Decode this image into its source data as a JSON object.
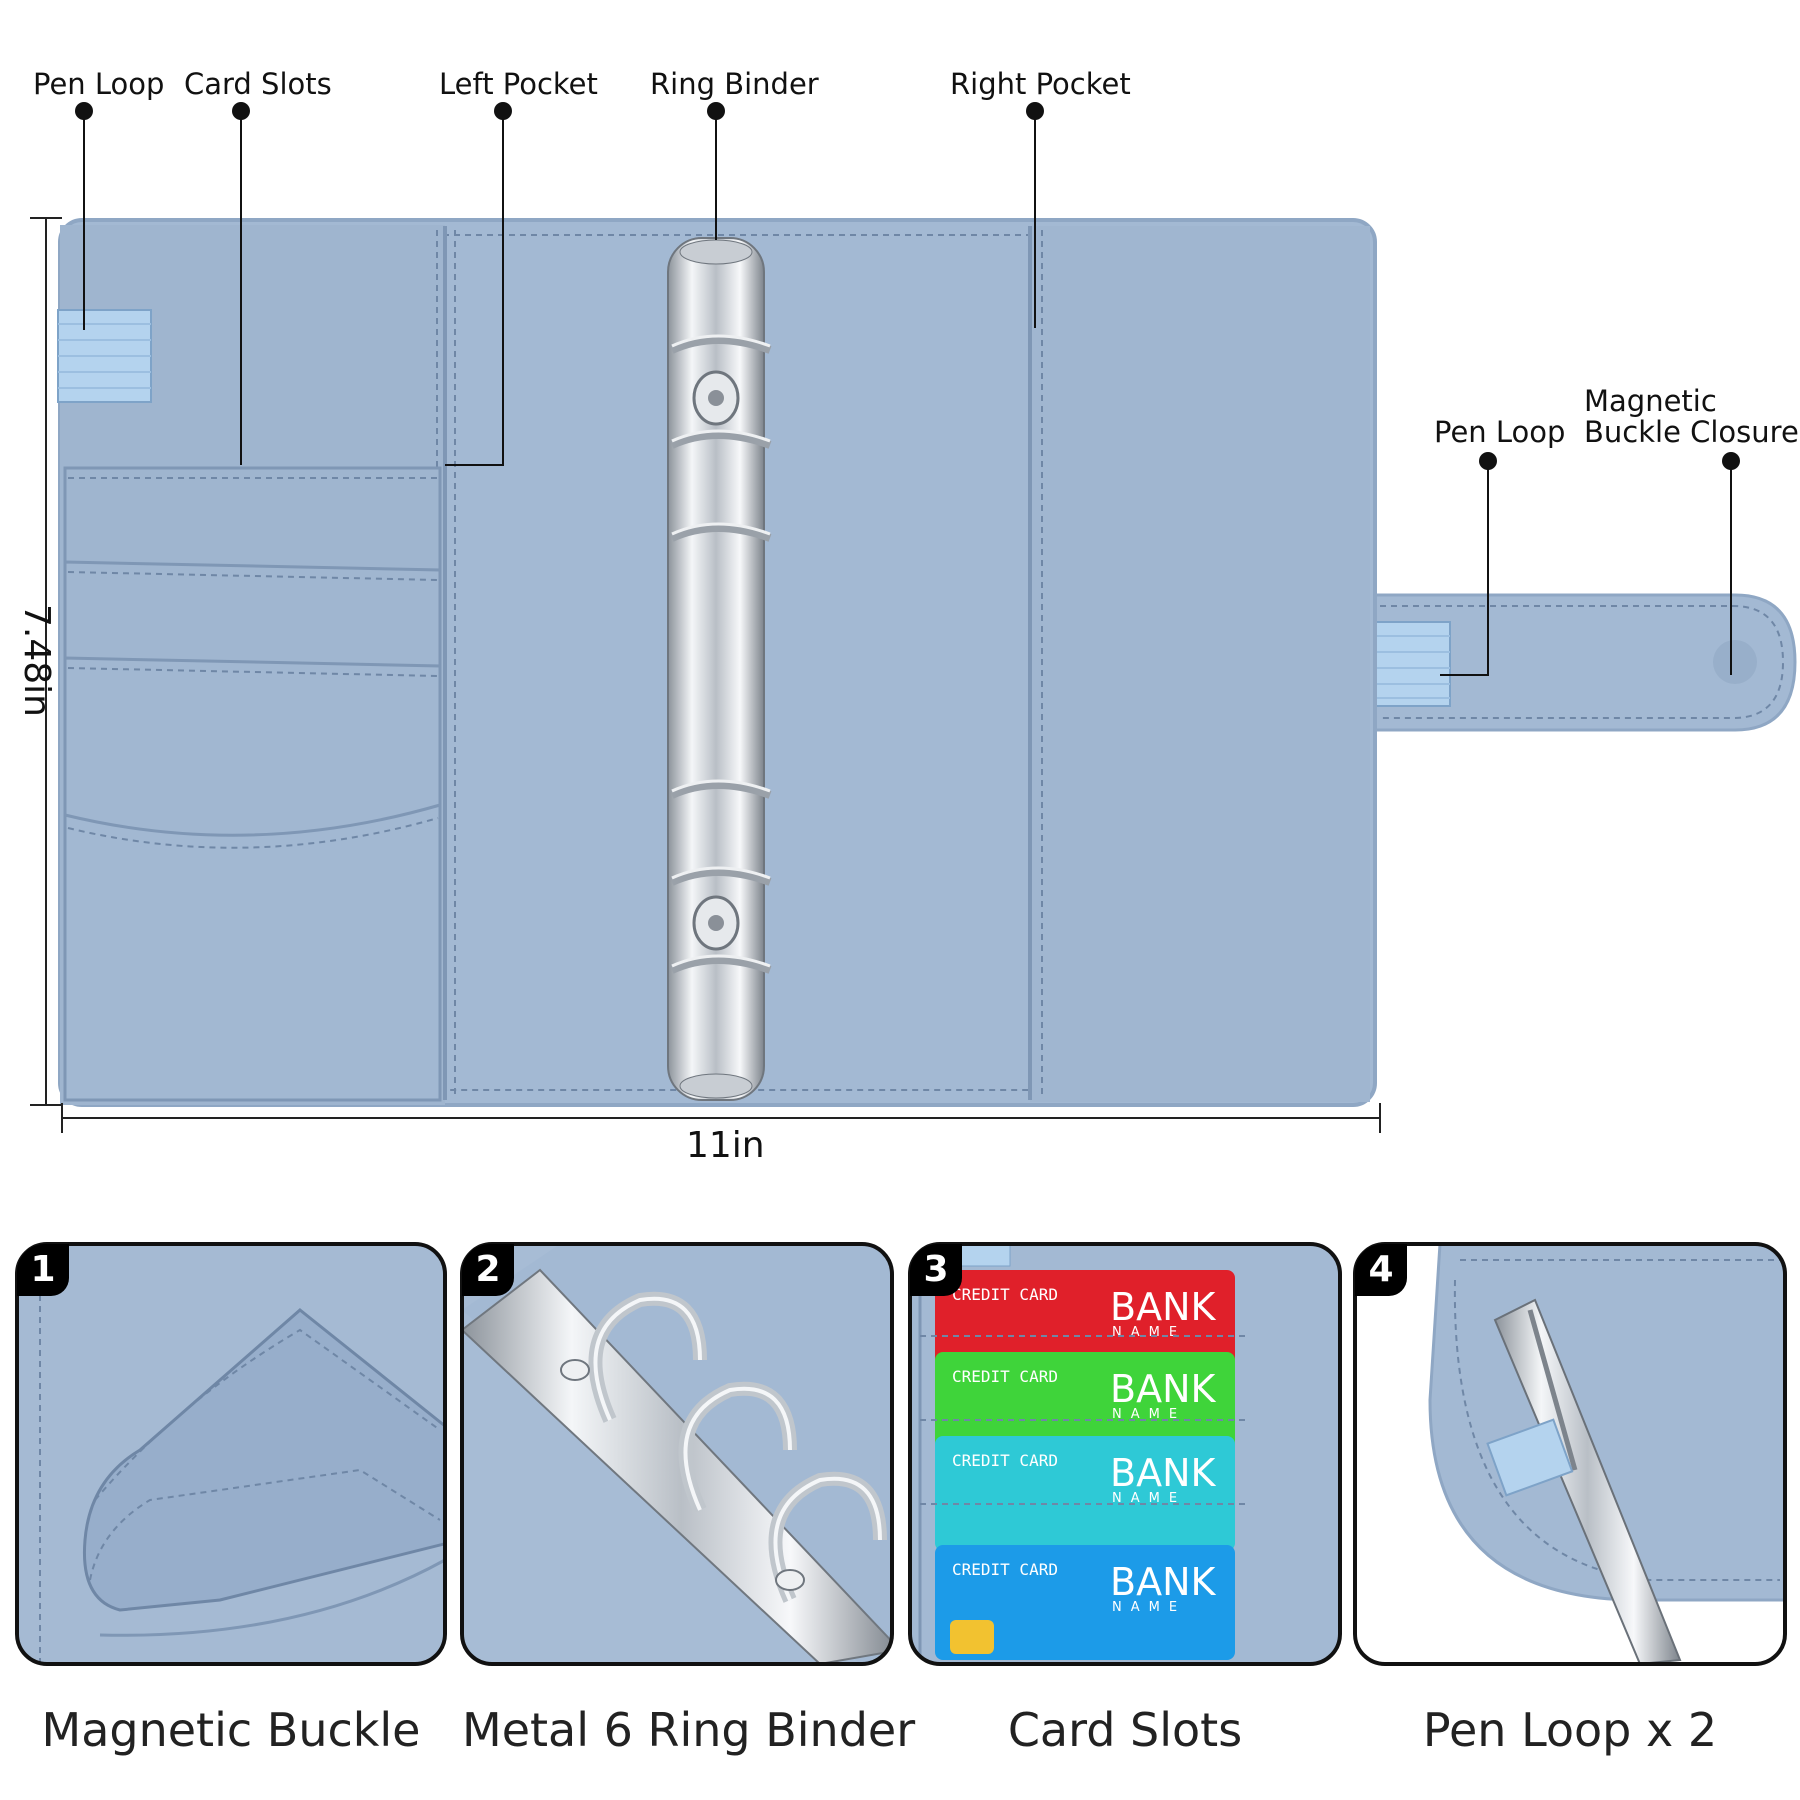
{
  "callouts": {
    "pen_loop_left": "Pen Loop",
    "card_slots": "Card Slots",
    "left_pocket": "Left Pocket",
    "ring_binder": "Ring Binder",
    "right_pocket": "Right Pocket",
    "pen_loop_right": "Pen Loop",
    "magnetic_buckle_closure": [
      "Magnetic",
      "Buckle Closure"
    ]
  },
  "dimensions": {
    "height": "7.48in",
    "width": "11in"
  },
  "panels": [
    {
      "number": "1",
      "caption": "Magnetic Buckle"
    },
    {
      "number": "2",
      "caption": "Metal 6 Ring Binder"
    },
    {
      "number": "3",
      "caption": "Card Slots"
    },
    {
      "number": "4",
      "caption": "Pen Loop x 2"
    }
  ],
  "cards": [
    {
      "label": "CREDIT CARD",
      "bank": "BANK",
      "sub": "NAME",
      "color": "#e0202a"
    },
    {
      "label": "CREDIT CARD",
      "bank": "BANK",
      "sub": "NAME",
      "color": "#3fd43a"
    },
    {
      "label": "CREDIT CARD",
      "bank": "BANK",
      "sub": "NAME",
      "color": "#2ec9d6"
    },
    {
      "label": "CREDIT CARD",
      "bank": "BANK",
      "sub": "NAME",
      "color": "#1c9be8"
    }
  ],
  "colors": {
    "leather": "#a3b9d3",
    "leather_dark": "#8fa7c4",
    "stitch": "#6f87a6",
    "metal": "#d9dde2"
  }
}
